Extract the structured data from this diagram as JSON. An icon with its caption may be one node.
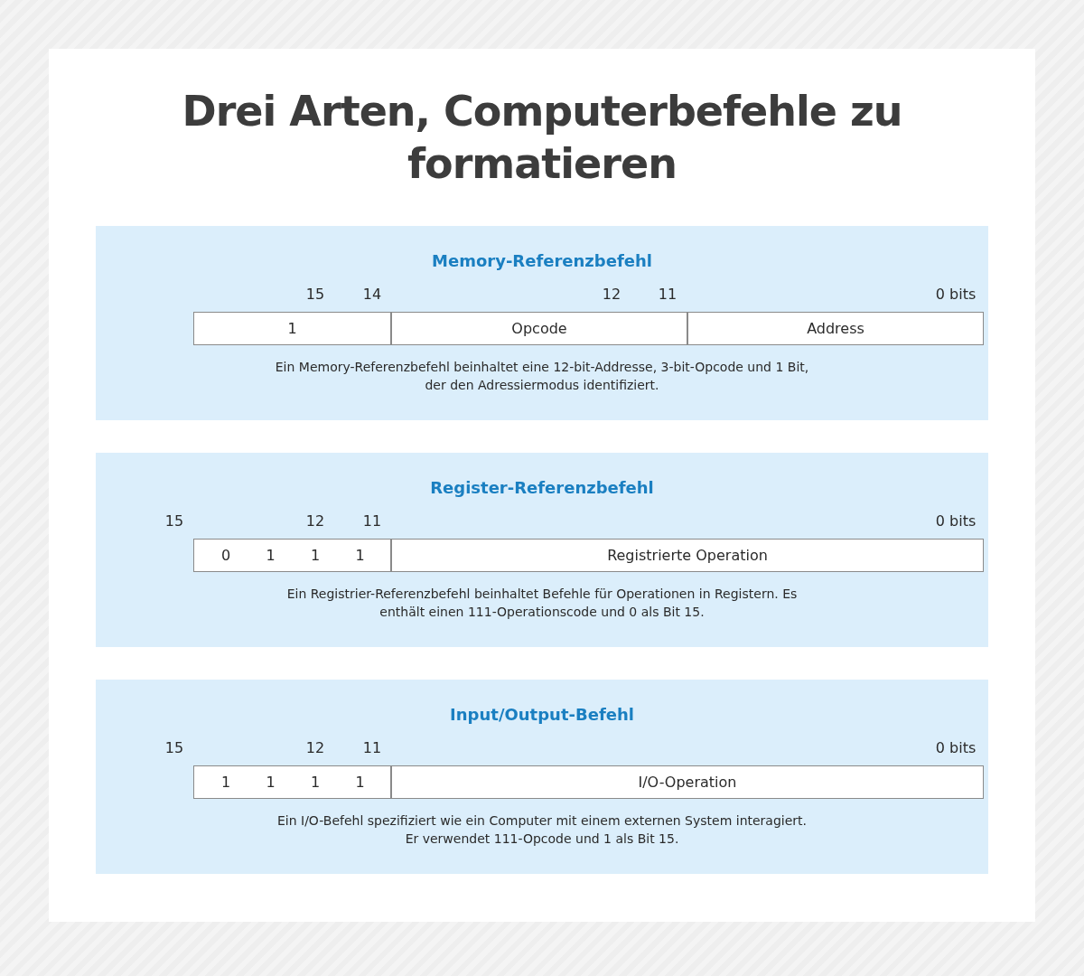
{
  "diagram": {
    "title": "Drei Arten, Computerbefehle zu formatieren",
    "nodes": [
      {
        "text": [
          "Memory-Referenzbefehl",
          "Ein Memory-Referenzbefehl beinhaltet eine 12-bit-Addresse, 3-bit-Opcode und 1 Bit, der den Adressiermodus identifiziert."
        ]
      },
      {
        "text": [
          "1"
        ],
        "in": 0
      },
      {
        "text": [
          "Opcode"
        ],
        "in": 0
      },
      {
        "text": [
          "Address"
        ],
        "in": 0
      },
      {
        "text": [
          "Register-Referenzbefehl",
          "Ein Registrier-Referenzbefehl beinhaltet Befehle für Operationen in Registern. Es enthält einen 111-Operationscode und 0 als Bit 15."
        ]
      },
      {
        "text": [
          "0",
          "1",
          "1",
          "1"
        ],
        "in": 4
      },
      {
        "text": [
          "Registrierte Operation"
        ],
        "in": 4
      },
      {
        "text": [
          "Input/Output-Befehl",
          "Ein I/O-Befehl spezifiziert wie ein Computer mit einem externen System interagiert. Er verwendet 111-Opcode und 1 als Bit 15."
        ]
      },
      {
        "text": [
          "1",
          "1",
          "1",
          "1"
        ],
        "in": 7
      },
      {
        "text": [
          "I/O-Operation"
        ],
        "in": 7
      }
    ],
    "labels": [
      "15",
      "14",
      "12",
      "11",
      "0 bits",
      "15",
      "12",
      "11",
      "0 bits",
      "15",
      "12",
      "11",
      "0 bits"
    ]
  }
}
